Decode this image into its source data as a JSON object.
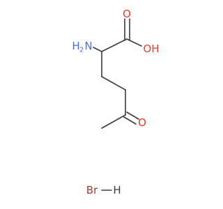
{
  "structure": {
    "labels": {
      "amino": "H2N",
      "amino_h": "H",
      "amino_n": "N",
      "amino_subscript": "2",
      "carboxyl_o": "O",
      "hydroxyl": "OH",
      "ketone_o": "O",
      "bromide": "Br",
      "hydrogen": "H"
    },
    "colors": {
      "bond": "#3b3b3b",
      "nitrogen": "#4a6fd6",
      "oxygen": "#e83a2a",
      "bromine": "#a13c2e",
      "hydrogen_label": "#3b3b3b"
    }
  }
}
